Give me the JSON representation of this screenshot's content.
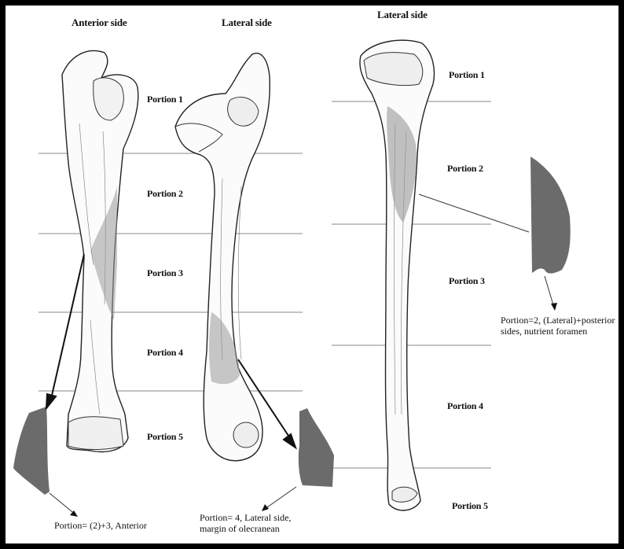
{
  "headings": {
    "left": "Anterior side",
    "middle": "Lateral side",
    "right": "Lateral side"
  },
  "portions": {
    "p1": "Portion 1",
    "p2": "Portion 2",
    "p3": "Portion 3",
    "p4": "Portion 4",
    "p5": "Portion 5"
  },
  "annotations": {
    "left": "Portion= (2)+3, Anterior",
    "middle_line1": "Portion= 4, Lateral side,",
    "middle_line2": "margin of olecranean",
    "right_line1": "Portion=2, (Lateral)+posterior",
    "right_line2": "sides, nutrient foramen"
  },
  "colors": {
    "frame": "#000000",
    "background": "#ffffff",
    "bone_outline": "#222222",
    "highlight": "#9a9a9a",
    "section_shape": "#6b6b6b",
    "guide_line": "#8a8a8a"
  }
}
